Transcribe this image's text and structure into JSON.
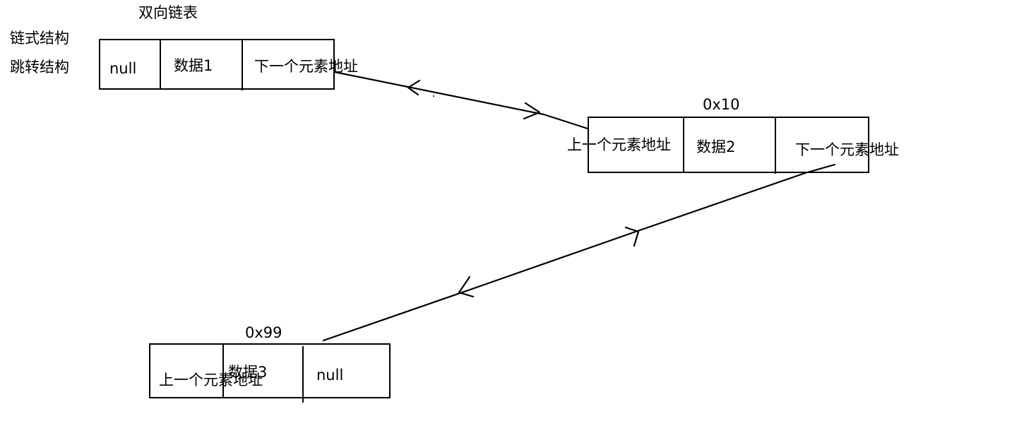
{
  "title": "双向链表",
  "side_labels": [
    "链式结构",
    "跳转结构"
  ],
  "nodes": [
    {
      "address": "",
      "cells": [
        "null",
        "数据1",
        "下一个元素地址"
      ]
    },
    {
      "address": "0x10",
      "cells": [
        "上一个元素地址",
        "数据2",
        "下一个元素地址"
      ]
    },
    {
      "address": "0x99",
      "cells": [
        "上一个元素地址",
        "数据3",
        "null"
      ]
    }
  ]
}
